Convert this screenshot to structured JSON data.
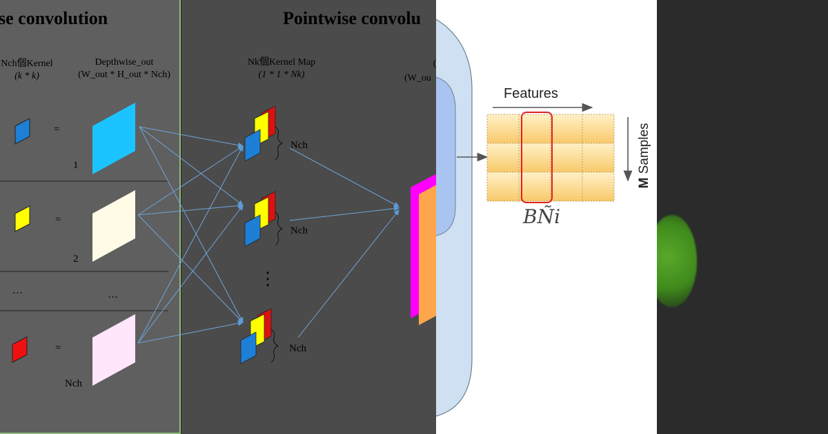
{
  "depthwise": {
    "title": "se convolution",
    "kernel_label": "Nch個Kernel",
    "kernel_dims": "(k * k)",
    "out_label": "Depthwise_out",
    "out_dims": "(W_out * H_out * Nch)",
    "rows": [
      {
        "kernel_color": "#1e7fd6",
        "output_color": "#1cc4ff",
        "index": "1"
      },
      {
        "kernel_color": "#ffff00",
        "output_color": "#fffbe6",
        "index": "2"
      },
      {
        "kernel_color": "#ee1111",
        "output_color": "#ffe6fb",
        "index": "Nch"
      }
    ],
    "equals": "=",
    "ellipsis": "…"
  },
  "pointwise": {
    "title": "Pointwise convolu",
    "kernel_label": "Nk個Kernel Map",
    "kernel_dims": "(1 * 1 * Nk)",
    "out_label_partial": "(",
    "out_dims_partial": "(W_ou",
    "nch_label": "Nch",
    "vertical_ellipsis": "⋮",
    "stack_colors": {
      "back": "#dd1111",
      "middle": "#ffff00",
      "front": "#1e7fd6"
    },
    "output_colors": {
      "magenta": "#ff00ff",
      "orange": "#ffa64d"
    }
  },
  "batchnorm": {
    "features_label": "Features",
    "samples_label": "Samples",
    "samples_prefix": "M",
    "formula": "BÑi",
    "cell_color": "#fcd98a",
    "highlight_color": "#e02020"
  }
}
